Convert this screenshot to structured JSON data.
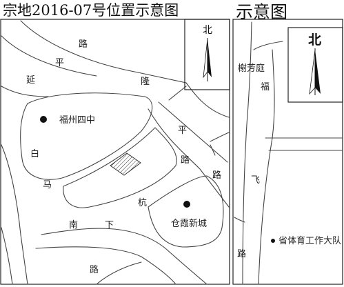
{
  "title_left": "宗地2016-07号位置示意图",
  "title_right": "示意图",
  "north_left": "北",
  "north_right": "北",
  "road_labels_left": {
    "yanping": [
      "延",
      "平",
      "路"
    ],
    "baima": [
      "白",
      "马"
    ],
    "nanxia": [
      "南",
      "下"
    ],
    "lu_bottom": "路",
    "longping": [
      "隆",
      "平",
      "路",
      "路"
    ],
    "hang": "杭"
  },
  "places_left": {
    "school": "福州四中",
    "cangxia": "仓霞新城"
  },
  "road_labels_right": {
    "fu": "福",
    "fei": "飞",
    "lu": "路"
  },
  "places_right": {
    "xiefang": "榭芳庭",
    "sports": "省体育工作大队"
  },
  "colors": {
    "road": "#444444",
    "frame": "#222222",
    "marker": "#111111",
    "parcel_hatch": "#333333"
  }
}
